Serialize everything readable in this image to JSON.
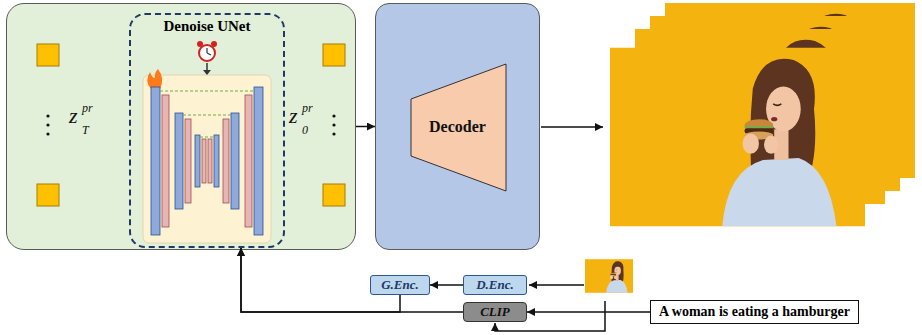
{
  "diagram": {
    "nodes": [
      {
        "text": [
          "z",
          "pr",
          "T",
          "z",
          "pr",
          "0"
        ]
      },
      {
        "text": [
          "Denoise UNet"
        ],
        "in": 0
      },
      {
        "text": [
          "Decoder"
        ]
      },
      {
        "text": [
          "D.Enc."
        ]
      },
      {
        "text": [
          "G.Enc."
        ]
      },
      {
        "text": [
          "CLIP"
        ]
      },
      {
        "text": [
          "A woman is eating a hamburger"
        ]
      }
    ],
    "edges": [
      {
        "from": 0,
        "to": 2,
        "arrow": "to"
      },
      {
        "from": 3,
        "to": 4,
        "arrow": "to"
      },
      {
        "from": 4,
        "to": 1,
        "arrow": "to"
      },
      {
        "from": 5,
        "to": 1,
        "arrow": "to"
      },
      {
        "from": 6,
        "to": 5,
        "arrow": "to"
      }
    ]
  }
}
